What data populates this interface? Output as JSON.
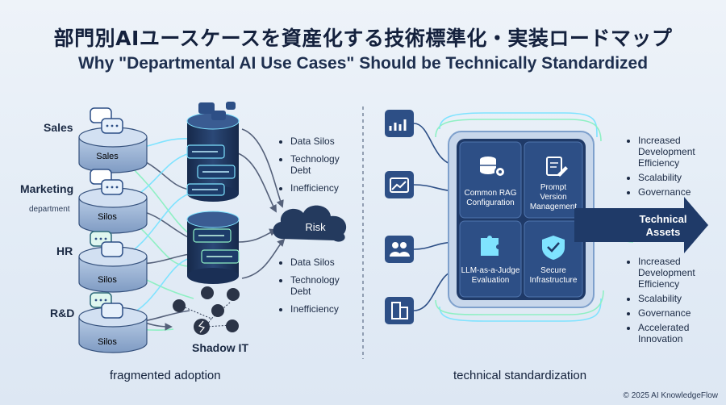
{
  "title": {
    "jp": "部門別AIユースケースを資産化する技術標準化・実装ロードマップ",
    "en": "Why  \"Departmental AI Use Cases\" Should be Technically Standardized"
  },
  "left": {
    "departments": [
      {
        "name": "Sales",
        "db_label": "Sales",
        "sublabel": ""
      },
      {
        "name": "Marketing",
        "db_label": "Silos",
        "sublabel": "department"
      },
      {
        "name": "HR",
        "db_label": "Silos",
        "sublabel": ""
      },
      {
        "name": "R&D",
        "db_label": "Silos",
        "sublabel": ""
      }
    ],
    "bullets_top": [
      "Data Silos",
      "Technology Debt",
      "Inefficiency"
    ],
    "bullets_bottom": [
      "Data Silos",
      "Technology Debt",
      "Inefficiency"
    ],
    "risk_label": "Risk",
    "shadow_it_label": "Shadow IT",
    "caption": "fragmented adoption"
  },
  "right": {
    "tiles": [
      {
        "label_lines": [
          "Common RAG",
          "Configuration"
        ],
        "icon": "database-gear-icon"
      },
      {
        "label_lines": [
          "Prompt",
          "Version",
          "Management"
        ],
        "icon": "document-edit-icon"
      },
      {
        "label_lines": [
          "LLM-as-a-Judge",
          "Evaluation"
        ],
        "icon": "puzzle-icon"
      },
      {
        "label_lines": [
          "Secure",
          "Infrastructure"
        ],
        "icon": "shield-check-icon"
      }
    ],
    "input_icons": [
      "bar-chart-icon",
      "briefcase-chart-icon",
      "people-icon",
      "building-icon"
    ],
    "arrow_label_lines": [
      "Technical",
      "Assets"
    ],
    "bullets_top": [
      "Increased Development Efficiency",
      "Scalability",
      "Governance"
    ],
    "bullets_bottom": [
      "Increased Development Efficiency",
      "Scalability",
      "Governance",
      "Accelerated Innovation"
    ],
    "caption": "technical standardization"
  },
  "copyright": "© 2025 AI KnowledgeFlow",
  "colors": {
    "accent_cyan": "#7fe3ff",
    "accent_green": "#8ff0c4",
    "navy": "#1f3a68",
    "tile": "#2d4f86"
  }
}
